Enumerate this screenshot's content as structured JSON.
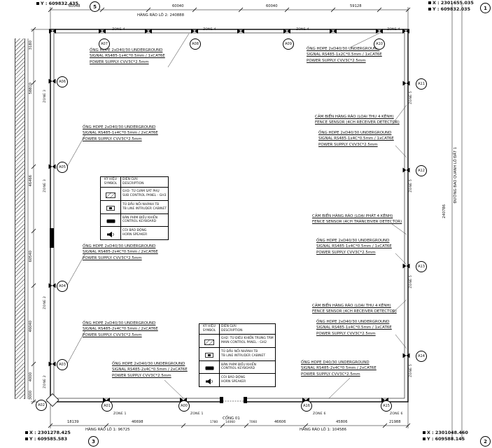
{
  "drawing": {
    "corners": {
      "top_left": {
        "bubble": "5",
        "lines": [
          "Y : 609832.435"
        ]
      },
      "top_right": {
        "bubble": "1",
        "lines": [
          "X : 2301655.035",
          "Y : 609832.035"
        ]
      },
      "bottom_left": {
        "bubble": "3",
        "lines": [
          "X : 2301278.425",
          "Y : 609585.583"
        ]
      },
      "bottom_right": {
        "bubble": "2",
        "lines": [
          "X : 2301048.460",
          "Y : 609588.145"
        ]
      }
    },
    "nodes": {
      "a00": "A00",
      "a01": "A01",
      "a02": "A02",
      "a03": "A03",
      "a04": "A04",
      "a05": "A05",
      "a06": "A06",
      "a07": "A07",
      "a08": "A08",
      "a09": "A09",
      "a10": "A10",
      "a11": "A11",
      "a12": "A12",
      "a13": "A13",
      "a14": "A14",
      "a15": "A15",
      "a16": "A16"
    },
    "zones": {
      "z1": "ZONE 1",
      "z2": "ZONE 2",
      "z3": "ZONE 3",
      "z4": "ZONE 4",
      "z5": "ZONE 5",
      "z6": "ZONE 6"
    },
    "annotations": {
      "hdpe_top_left": "ỐNG HDPE 2xD40/30 UNDERGROUND\nSIGNAL RS485-1x4C*0.5mm / 1xCAT6E\nPOWER SUPPLY CVV3C*2.5mm",
      "hdpe_top_right": "ỐNG HDPE 2xD40/30 UNDERGROUND\nSIGNAL RS485-1x2C*0.5mm / 1xCAT6E\nPOWER SUPPLY CVV3C*2.5mm",
      "sensor_receiver_1": "CẢM BIẾN HÀNG RÀO (LOẠI THU 4 KÊNH)\nFENCE SENSOR (4CH RECEIVER DETECTOR)",
      "hdpe_right_1": "ỐNG HDPE 2xD40/30 UNDERGROUND\nSIGNAL RS485-1x4C*0.5mm / 1xCAT6E\nPOWER SUPPLY CVV3C*2.5mm",
      "hdpe_left_1": "ỐNG HDPE 2xD40/30 UNDERGROUND\nSIGNAL RS485-1x4C*0.5mm / 2xCAT6E\nPOWER SUPPLY CVV3C*2.5mm",
      "sensor_transceiver": "CẢM BIẾN HÀNG RÀO (LOẠI PHÁT 4 KÊNH)\nFENCE SENSOR (4CH TRANCEIVER DETECTOR)",
      "hdpe_right_2": "ỐNG HDPE 2xD40/30 UNDERGROUND\nSIGNAL RS485-1x4C*0.5mm / 1xCAT6E\nPOWER SUPPLY CVV3C*2.5mm",
      "hdpe_left_2": "ỐNG HDPE 2xD40/30 UNDERGROUND\nSIGNAL RS485-2x4C*0.5mm / 2xCAT6E\nPOWER SUPPLY CVV3C*2.5mm",
      "sensor_receiver_2": "CẢM BIẾN HÀNG RÀO (LOẠI THU 4 KÊNH)\nFENCE SENSOR (4CH RECEIVER DETECTOR)",
      "hdpe_right_3": "ỐNG HDPE 2xD40/30 UNDERGROUND\nSIGNAL RS485-1x4C*0.5mm / 1xCAT6E\nPOWER SUPPLY CVV3C*2.5mm",
      "hdpe_left_3": "ỐNG HDPE 2xD40/30 UNDERGROUND\nSIGNAL RS485-2x4C*0.5mm / 2xCAT6E\nPOWER SUPPLY CVV3C*2.5mm",
      "hdpe_bottom_left": "ỐNG HDPE 2xD40/30 UNDERGROUND\nSIGNAL RS485-2x4C*0.5mm / 2xCAT6E\nPOWER SUPPLY CVV3C*2.5mm",
      "hdpe_bottom_right": "ỐNG HDPE D40/30 UNDERGROUND\nSIGNAL RS485-2x4C*0.5mm / 2xCAT6E\nPOWER SUPPLY CVV3C*2.5mm"
    },
    "legend_sub": {
      "header_symbol": "KÝ HIỆU\nSYMBOL",
      "header_desc": "DIỄN GIẢI\nDESCRIPTION",
      "rows": [
        {
          "desc": "GH3- TỦ GIÁM SÁT PHỤ\nSUB CONTROL PANEL - GH3"
        },
        {
          "desc": "TỦ ĐẤU NỐI NHÁNH TB\nTB LINE INTRUDER CABINET"
        },
        {
          "desc": "BÀN PHÍM ĐIỀU KHIỂN\nCONTROL KEYBOARD"
        },
        {
          "desc": "CÒI BÁO ĐỘNG\nHORN SPEAKER"
        }
      ]
    },
    "legend_main": {
      "header_symbol": "KÝ HIỆU\nSYMBOL",
      "header_desc": "DIỄN GIẢI\nDESCRIPTION",
      "rows": [
        {
          "desc": "GH2: TỦ ĐIỀU KHIỂN TRUNG TÂM\nMAIN CONTROL PANEL - GH2"
        },
        {
          "desc": "TỦ ĐẤU NỐI NHÁNH TB\nTB LINE INTRUDER CABINET"
        },
        {
          "desc": "BÀN PHÍM ĐIỀU KHIỂN\nCONTROL KEYBOARD"
        },
        {
          "desc": "CÒI BÁO ĐỘNG\nHORN SPEAKER"
        }
      ]
    },
    "dims": {
      "top": {
        "values": [
          "60048",
          "60040",
          "60040",
          "59128"
        ],
        "total": "HÀNG RÀO LÔ 2: 240888"
      },
      "bottom": {
        "values": [
          "18139",
          "46698",
          "1780",
          "14060",
          "7060",
          "46606",
          "45806",
          "21988"
        ],
        "total_left": "HÀNG RÀO LÔ 1: 96725",
        "total_right": "HÀNG RÀO LÔ 1: 104586"
      },
      "left": {
        "values": [
          "3180",
          "58810",
          "46466",
          "60540",
          "46040",
          "4000",
          "3000"
        ]
      },
      "right": {
        "total": "240786"
      }
    },
    "labels": {
      "gate": "CỔNG 01",
      "road": "ĐƯỜNG BAO QUANH LÔ ĐẤT 1"
    }
  }
}
